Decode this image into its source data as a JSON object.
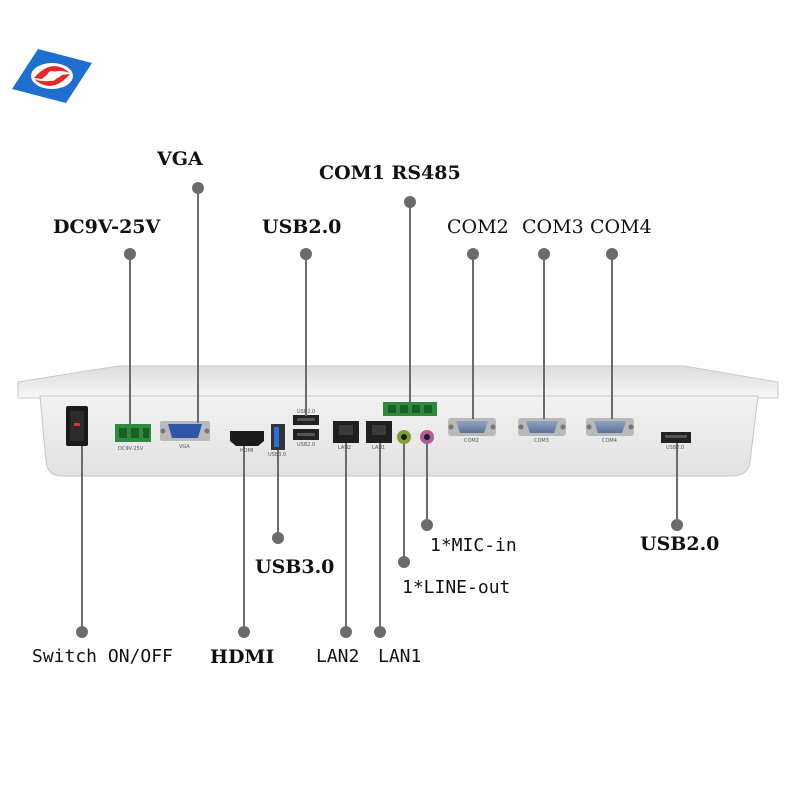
{
  "brand": {
    "logo_icon": "brand-logo-icon"
  },
  "labels": {
    "vga": "VGA",
    "com1": "COM1 RS485",
    "dc": "DC9V-25V",
    "usb20_top": "USB2.0",
    "com2": "COM2",
    "com3": "COM3",
    "com4": "COM4",
    "mic": "1*MIC-in",
    "usb20_right": "USB2.0",
    "usb30": "USB3.0",
    "lineout": "1*LINE-out",
    "switch": "Switch ON/OFF",
    "hdmi": "HDMI",
    "lan2": "LAN2",
    "lan1": "LAN1"
  },
  "port_captions": {
    "dc": "DC9V-25V",
    "vga": "VGA",
    "hdmi": "HDMI",
    "usb30": "USB3.0",
    "usb20": "USB2.0",
    "usb20_top": "USB2.0",
    "lan2": "LAN2",
    "lan1": "LAN1",
    "com2": "COM2",
    "com3": "COM3",
    "com4": "COM4",
    "usb20_right": "USB2.0"
  },
  "colors": {
    "leader": "#6b6b6b",
    "logo_blue": "#1f6fd1",
    "logo_red": "#e8262b",
    "usb3_blue": "#2a6fd6",
    "vga_blue": "#2f57a8"
  }
}
